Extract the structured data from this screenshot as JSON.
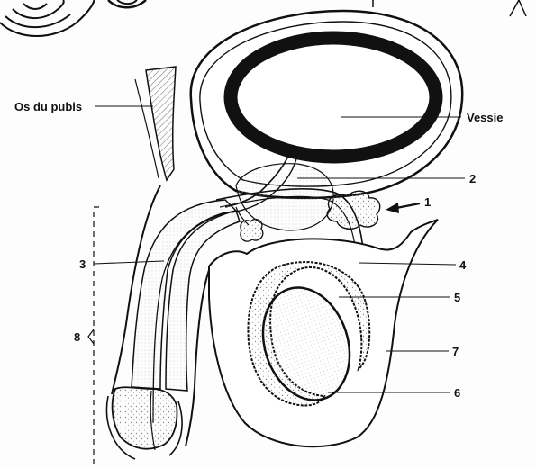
{
  "labels": {
    "pubis": "Os du pubis",
    "bladder": "Vessie",
    "n1": "1",
    "n2": "2",
    "n3": "3",
    "n4": "4",
    "n5": "5",
    "n6": "6",
    "n7": "7",
    "n8": "8"
  },
  "colors": {
    "ink": "#111111",
    "paper": "#fdfdfd",
    "stipple": "#9a9a9a"
  }
}
